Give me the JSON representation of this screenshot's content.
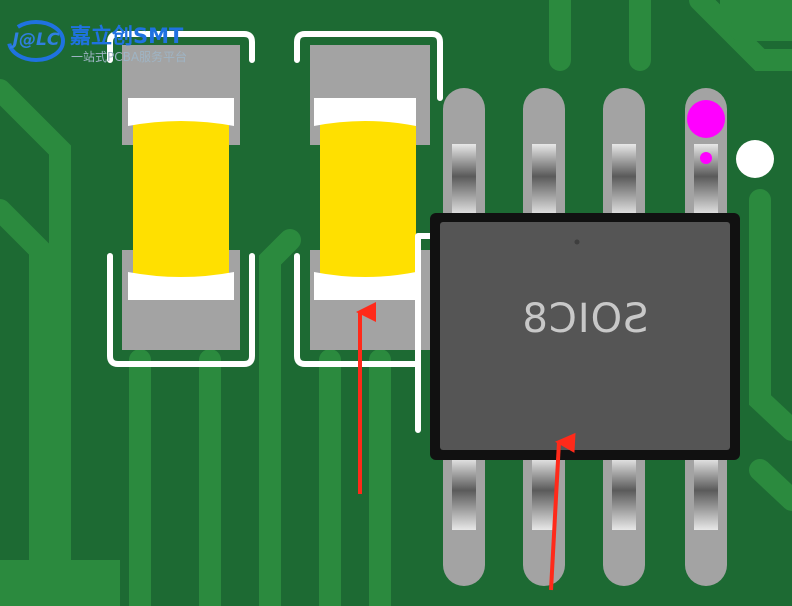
{
  "logo": {
    "mark": "J@LC",
    "brand": "嘉立创SMT",
    "tagline": "一站式PCBA服务平台"
  },
  "chip": {
    "label": "SOIC8",
    "body_color": "#555555",
    "outline_color": "#111111"
  },
  "colors": {
    "board": "#1d6a33",
    "trace": "#2b8a3e",
    "pad": "#a3a3a3",
    "silkscreen": "#ffffff",
    "component_body": "#ffe000",
    "pin1_marker": "#ff00ff",
    "arrow": "#ff2a1a"
  }
}
